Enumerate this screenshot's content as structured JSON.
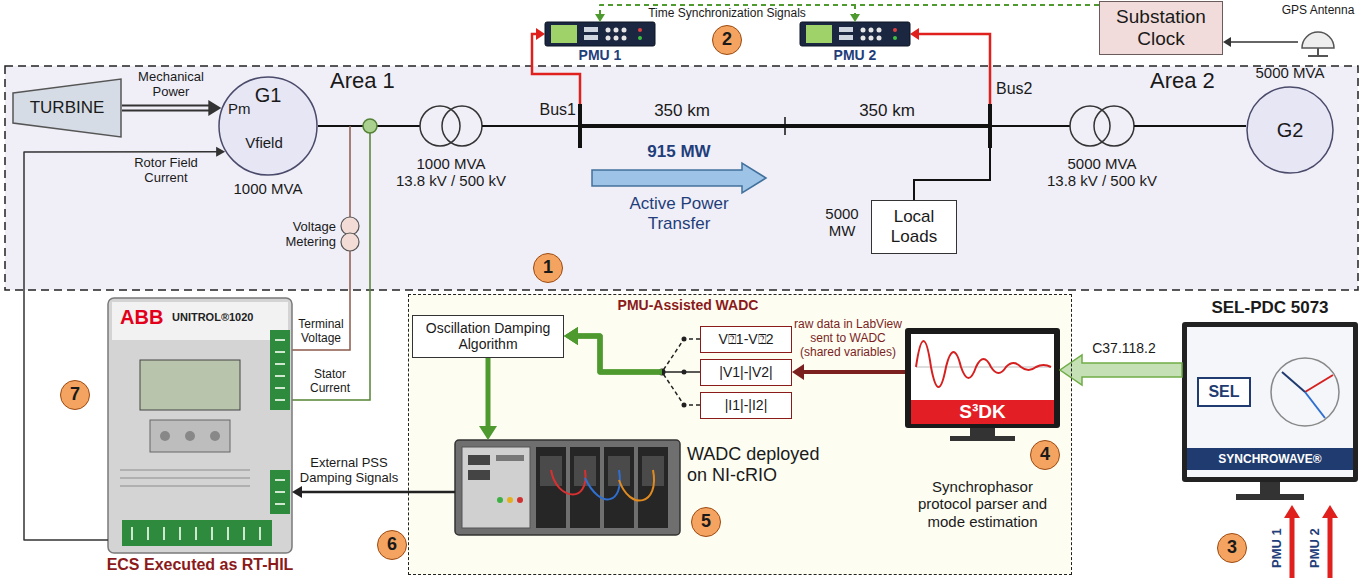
{
  "diagram": {
    "nodes": [
      {
        "text": [
          "Substation Clock"
        ]
      },
      {
        "text": [
          "PMU 1"
        ]
      },
      {
        "text": [
          "PMU 2"
        ]
      },
      {
        "text": [
          "TURBINE"
        ]
      },
      {
        "text": [
          "G1"
        ]
      },
      {
        "text": [
          "Local Loads"
        ]
      },
      {
        "text": [
          "G2"
        ]
      },
      {
        "text": [
          "PMU-Assisted WADC"
        ]
      },
      {
        "text": [
          "Oscillation Damping Algorithm"
        ],
        "in": 7
      },
      {
        "text": [
          "V⍰1-V⍰2"
        ],
        "in": 7
      },
      {
        "text": [
          "|V1|-|V2|"
        ],
        "in": 7
      },
      {
        "text": [
          "|I1|-|I2|"
        ],
        "in": 7
      },
      {
        "text": [
          "WADC deployed on NI-cRIO"
        ],
        "in": 7
      },
      {
        "text": [
          "S³DK",
          "Synchrophasor protocol parser and mode estimation"
        ],
        "in": 7
      },
      {
        "text": [
          "SEL-PDC 5073",
          "SEL",
          "SYNCHROWAVE®"
        ]
      },
      {
        "text": [
          "ABB",
          "UNITROL®1020",
          "ECS Executed as RT-HIL"
        ]
      }
    ],
    "edges": [
      {
        "from": 0,
        "to": 1,
        "arrow": "to"
      },
      {
        "from": 0,
        "to": 2,
        "arrow": "to"
      },
      {
        "from": 3,
        "to": 4,
        "arrow": "to",
        "label": "Mechanical Power"
      },
      {
        "from": 15,
        "to": 4,
        "arrow": "to",
        "label": "Rotor Field Current"
      },
      {
        "from": 14,
        "to": 13,
        "arrow": "to",
        "label": "C37.118.2"
      },
      {
        "from": 13,
        "to": 10,
        "arrow": "to",
        "label": "raw data in LabView sent to WADC (shared variables)"
      },
      {
        "from": 9,
        "to": 8,
        "arrow": "to"
      },
      {
        "from": 10,
        "to": 8,
        "arrow": "to"
      },
      {
        "from": 11,
        "to": 8,
        "arrow": "to"
      },
      {
        "from": 8,
        "to": 12,
        "arrow": "to"
      },
      {
        "from": 12,
        "to": 15,
        "arrow": "to",
        "label": "External PSS Damping Signals"
      }
    ],
    "labels": [
      "Time Synchronization Signals",
      "GPS Antenna",
      "2",
      "Area 1",
      "Pm",
      "Vfield",
      "1000 MVA",
      "Voltage Metering",
      "1000 MVA",
      "13.8 kV / 500 kV",
      "Bus1",
      "350 km",
      "350 km",
      "Bus2",
      "915 MW",
      "Active Power Transfer",
      "1",
      "5000 MW",
      "Area 2",
      "5000 MVA",
      "5000 MVA",
      "13.8 kV / 500 kV",
      "Terminal Voltage",
      "Stator Current",
      "7",
      "6",
      "5",
      "4",
      "3",
      "PMU 1",
      "PMU 2"
    ]
  }
}
